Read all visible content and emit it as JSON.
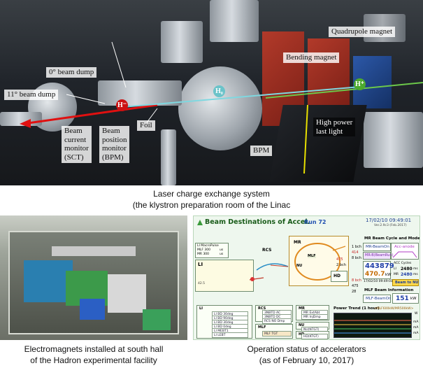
{
  "top_photo": {
    "labels": {
      "quadrupole": "Quadrupole magnet",
      "bending": "Bending magnet",
      "dump0": "0° beam dump",
      "dump11": "11° beam dump",
      "sct": "Beam\ncurrent\nmonitor\n(SCT)",
      "bpm_monitor": "Beam\nposition\nmonitor\n(BPM)",
      "foil": "Foil",
      "bpm": "BPM",
      "laser": "High power\nlast light"
    },
    "ions": {
      "h_minus": "H⁻",
      "h_zero": "H₀",
      "h_plus": "H⁺"
    },
    "colors": {
      "h_minus": "#cc1111",
      "h_zero": "#6bc3c9",
      "h_plus": "#4caa2e",
      "red_beam": "#e01010",
      "cyan_beam": "#7fd8e0",
      "green_beam": "#6cc84a",
      "laser": "#e8e000"
    }
  },
  "captions": {
    "top": "Laser charge exchange system\n(the klystron preparation room of the Linac",
    "hall": "Electromagnets installed at south hall\nof the Hadron experimental facility",
    "status": "Operation status of accelerators\n(as of February 10, 2017)"
  },
  "status": {
    "title": "Beam Destinations of Accel.",
    "run": "Run 72",
    "datetime": "17/02/10 09:49:01",
    "version": "Ver.2.9c3 (Feb.2017)",
    "linac_info": [
      "LI MacroPulse",
      "MLF 300",
      "MR 300"
    ],
    "linac_units": [
      "us",
      "us"
    ],
    "labels": {
      "li": "LI",
      "rcs": "RCS",
      "mr": "MR",
      "mlf": "MLF",
      "nu": "NU",
      "hd": "HD",
      "li_energy": "42.5"
    },
    "mr_bch": "1 bch",
    "mr_kw": "414",
    "mr_bch2": "8 bch",
    "mlf_kw": "475",
    "mlf_bch": "2 bch",
    "hd_bch": "8 bch",
    "hd_val1": "475",
    "hd_val2": "28",
    "mr_cycle_title": "MR Beam Cycle and Mode",
    "mr_beamon": "MR-BeamOn",
    "acc_anode": "Acc-anode",
    "mr_b": "MR-B(BeamRun)",
    "big_number": "443879",
    "big_kw": "470.7",
    "kw_unit": "kW",
    "acc_cycles": "ACC Cycles",
    "acc_rows": [
      {
        "k": "LI",
        "v": "2480",
        "u": "ms"
      },
      {
        "k": "MR",
        "v": "2480",
        "u": "ms"
      }
    ],
    "beam_to": "Beam to NU",
    "small_time": "17/02/10 09:49:01",
    "mlf_info_title": "MLF Beam Information",
    "mlf_beamon": "MLF-BeamOn",
    "mlf_kw_big": "151",
    "mlf_kw_unit": "kW",
    "bottom_groups": {
      "li": {
        "title": "LI",
        "rows": [
          "LI BD 30deg",
          "LI BD 90deg",
          "LI BD 30deg",
          "LI BD 0deg",
          "LI MEBT1",
          "LI LEBT"
        ]
      },
      "rcs": {
        "title": "RCS",
        "rows": [
          "3NBTD AC",
          "3NBTD DC",
          "RCS NO Dmp"
        ]
      },
      "mlf": {
        "title": "MLF",
        "rows": [
          "MLF TGT"
        ]
      },
      "mr": {
        "title": "MR",
        "rows": [
          "MR ExtAbt",
          "MR InjDmp"
        ]
      },
      "nu": {
        "title": "NU",
        "rows": [
          "NU(NTGT)"
        ]
      },
      "hd": {
        "title": "HD",
        "rows": [
          "HD(KTGT)"
        ]
      }
    },
    "trend_title": "Power Trend (1 hour)",
    "trend_legend": "<MLF600kW/MR500kW>",
    "trend_y_top": "W",
    "trend_right": [
      "mA",
      "mA",
      "mA"
    ]
  }
}
